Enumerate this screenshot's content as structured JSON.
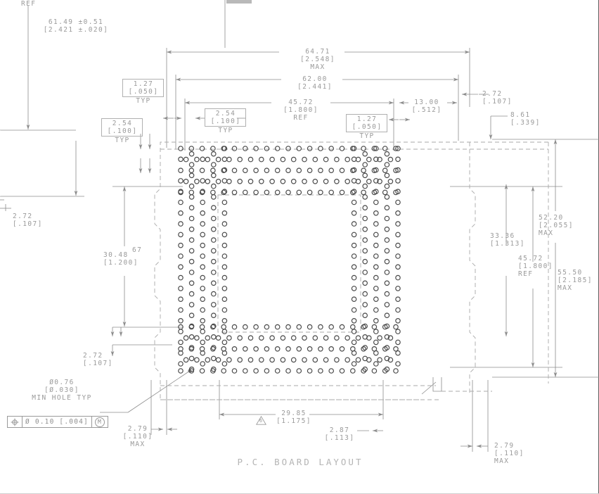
{
  "drawing": {
    "title": "P.C. BOARD LAYOUT",
    "sheet_w": 852,
    "sheet_h": 702,
    "line_color": "#8c8c8c",
    "dash_color": "#a8a8a8",
    "pad_color": "#4a4a4a"
  },
  "labels": {
    "ref_top_left": "REF",
    "overall_width_tol": "61.49 ±0.51\n[2.421 ±.020]",
    "dim_64_71": "64.71\n[2.548]\nMAX",
    "dim_62_00": "62.00\n[2.441]",
    "dim_45_72_ref_top": "45.72\n[1.800]\nREF",
    "dim_13_00": "13.00\n[.512]",
    "dim_2_72_top_right": "2.72\n[.107]",
    "dim_8_61": "8.61\n[.339]",
    "box_1_27_left": "1.27\n[.050]",
    "box_1_27_left_typ": "TYP",
    "box_2_54_left": "2.54\n[.100]",
    "box_2_54_left_typ": "TYP",
    "box_2_54_mid": "2.54\n[.100]",
    "box_2_54_mid_typ": "TYP",
    "box_1_27_right": "1.27\n[.050]",
    "box_1_27_right_typ": "TYP",
    "dim_2_72_left": "2.72\n[.107]",
    "dim_30_48": "30.48\n[1.200]",
    "note_67": "67",
    "dim_2_72_lower_left": "2.72\n[.107]",
    "dim_52_20": "52.20\n[2.055]\nMAX",
    "dim_33_36": "33.36\n[1.313]",
    "dim_45_72_ref_right": "45.72\n[1.800]\nREF",
    "dim_55_50": "55.50\n[2.185]\nMAX",
    "hole_dia": "Ø0.76\n[Ø.030]\nMIN HOLE TYP",
    "gdt_symbol": "position-symbol",
    "gdt_tolerance": "Ø 0.10 [.004]",
    "gdt_modifier": "M",
    "dim_2_79_left": "2.79\n[.110]\nMAX",
    "dim_29_85": "29.85\n[1.175]",
    "flag_note_29_85": "6",
    "dim_2_87": "2.87\n[.113]",
    "dim_2_79_right": "2.79\n[.110]\nMAX"
  },
  "pad_array": {
    "pad_radius": 3.2,
    "pad_stroke": 1.2,
    "rows_per_side": 5,
    "pattern": "staggered-perimeter-ring"
  }
}
